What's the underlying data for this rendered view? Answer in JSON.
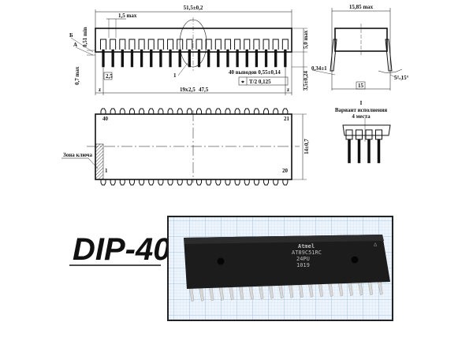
{
  "side_view": {
    "length": "51,5±0,2",
    "pin_width_max": "1,5 max",
    "label_b": "Б",
    "label_a": "А",
    "standoff": "0,51 min",
    "lead_offset": "0,7 max",
    "pitch_box": "2,5",
    "detail_ref": "1",
    "pins_note": "40 выводов 0,55±0,14",
    "tolerance": "T/2 0,125",
    "span_prefix": "19x",
    "span_pitch": "2,5",
    "span_total": "47,5",
    "z_left": "z",
    "z_right": "z",
    "height": "5,0 max",
    "lead_length": "3,5±0,24"
  },
  "end_view": {
    "width": "15,85 max",
    "lead_thickness": "0,34±1",
    "angle": "5°-15°",
    "row_spacing": "15"
  },
  "top_view": {
    "pin_40": "40",
    "pin_21": "21",
    "pin_1": "1",
    "pin_20": "20",
    "key_zone": "Зона ключа",
    "body_width": "14±0,7"
  },
  "detail": {
    "ref": "I",
    "title": "Вариант исполнения",
    "subtitle": "4 места"
  },
  "package_label": "DIP-40",
  "photo": {
    "chip_marking_1": "AT89C51RC",
    "chip_marking_2": "24PU",
    "chip_marking_3": "1019",
    "grid_color": "#9cc3e6",
    "chip_color": "#1a1a1a"
  }
}
